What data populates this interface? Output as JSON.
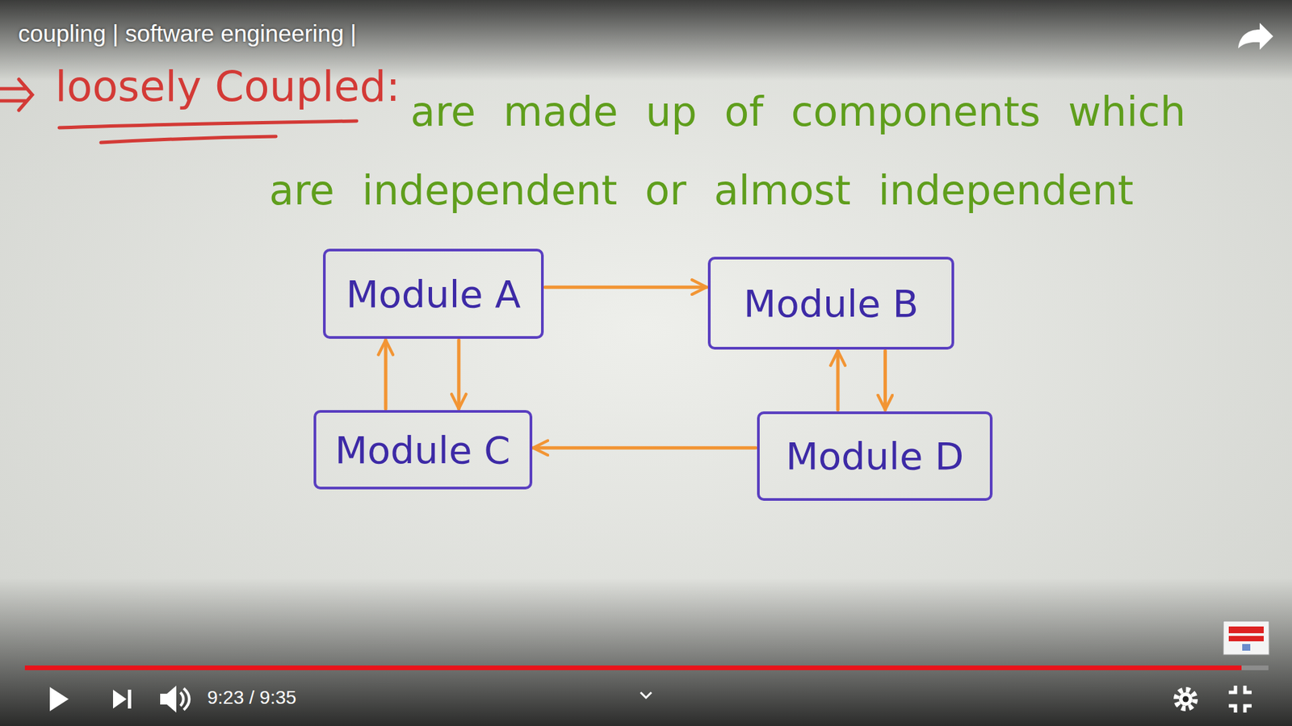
{
  "diagram": {
    "title": "coupling | software engineering |",
    "nodes": [
      {
        "text": [
          "Module A"
        ]
      },
      {
        "text": [
          "Module B"
        ]
      },
      {
        "text": [
          "Module C"
        ]
      },
      {
        "text": [
          "Module D"
        ]
      }
    ],
    "edges": [
      {
        "from": 0,
        "to": 1,
        "arrow": "to"
      },
      {
        "from": 2,
        "to": 0,
        "arrow": "to"
      },
      {
        "from": 0,
        "to": 2,
        "arrow": "to"
      },
      {
        "from": 3,
        "to": 1,
        "arrow": "to"
      },
      {
        "from": 1,
        "to": 3,
        "arrow": "to"
      },
      {
        "from": 3,
        "to": 2,
        "arrow": "to"
      }
    ],
    "labels": [
      "loosely Coupled:",
      "are made up of components which are independent or almost independent",
      "9:23 / 9:35"
    ]
  }
}
